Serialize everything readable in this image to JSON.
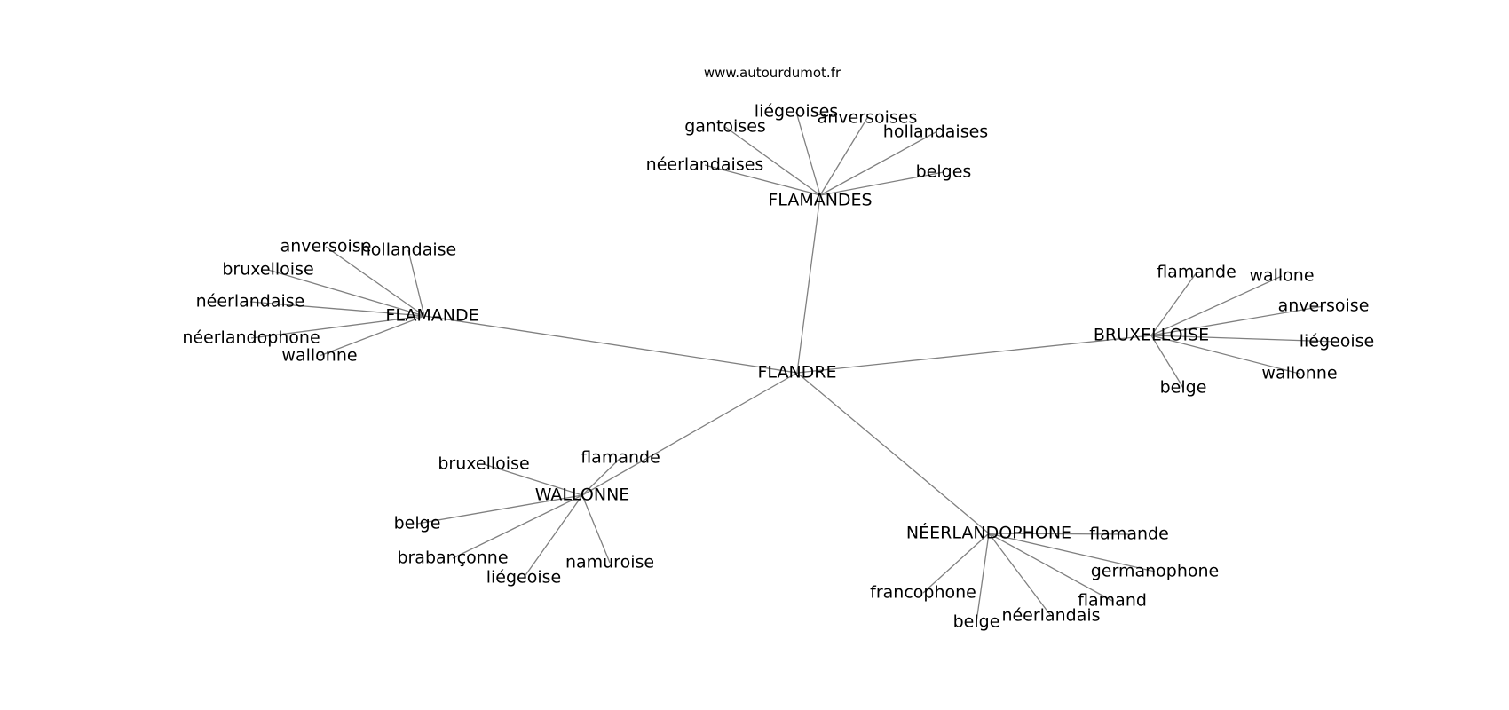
{
  "watermark": "www.autourdumot.fr",
  "colors": {
    "edge": "#808080",
    "text": "#000000",
    "background": "#ffffff"
  },
  "nodes": [
    {
      "id": "flandre",
      "label": "FLANDRE"
    },
    {
      "id": "flamandes",
      "label": "FLAMANDES"
    },
    {
      "id": "flamande_hub",
      "label": "FLAMANDE"
    },
    {
      "id": "bruxelloise_hub",
      "label": "BRUXELLOISE"
    },
    {
      "id": "wallonne_hub",
      "label": "WALLONNE"
    },
    {
      "id": "neerlandophone_hub",
      "label": "NÉERLANDOPHONE"
    },
    {
      "id": "fs_liegeoises",
      "label": "liégeoises"
    },
    {
      "id": "fs_anversoises",
      "label": "anversoises"
    },
    {
      "id": "fs_gantoises",
      "label": "gantoises"
    },
    {
      "id": "fs_hollandaises",
      "label": "hollandaises"
    },
    {
      "id": "fs_neerlandaises",
      "label": "néerlandaises"
    },
    {
      "id": "fs_belges",
      "label": "belges"
    },
    {
      "id": "fe_anversoise",
      "label": "anversoise"
    },
    {
      "id": "fe_hollandaise",
      "label": "hollandaise"
    },
    {
      "id": "fe_bruxelloise",
      "label": "bruxelloise"
    },
    {
      "id": "fe_neerlandaise",
      "label": "néerlandaise"
    },
    {
      "id": "fe_neerlandophone",
      "label": "néerlandophone"
    },
    {
      "id": "fe_wallonne",
      "label": "wallonne"
    },
    {
      "id": "br_flamande",
      "label": "flamande"
    },
    {
      "id": "br_wallone",
      "label": "wallone"
    },
    {
      "id": "br_anversoise",
      "label": "anversoise"
    },
    {
      "id": "br_liegeoise",
      "label": "liégeoise"
    },
    {
      "id": "br_wallonne",
      "label": "wallonne"
    },
    {
      "id": "br_belge",
      "label": "belge"
    },
    {
      "id": "wa_bruxelloise",
      "label": "bruxelloise"
    },
    {
      "id": "wa_flamande",
      "label": "flamande"
    },
    {
      "id": "wa_belge",
      "label": "belge"
    },
    {
      "id": "wa_brabanconne",
      "label": "brabançonne"
    },
    {
      "id": "wa_namuroise",
      "label": "namuroise"
    },
    {
      "id": "wa_liegeoise",
      "label": "liégeoise"
    },
    {
      "id": "ne_flamande",
      "label": "flamande"
    },
    {
      "id": "ne_germanophone",
      "label": "germanophone"
    },
    {
      "id": "ne_flamand",
      "label": "flamand"
    },
    {
      "id": "ne_francophone",
      "label": "francophone"
    },
    {
      "id": "ne_neerlandais",
      "label": "néerlandais"
    },
    {
      "id": "ne_belge",
      "label": "belge"
    }
  ],
  "edges": [
    [
      "flandre",
      "flamandes"
    ],
    [
      "flandre",
      "flamande_hub"
    ],
    [
      "flandre",
      "bruxelloise_hub"
    ],
    [
      "flandre",
      "wallonne_hub"
    ],
    [
      "flandre",
      "neerlandophone_hub"
    ],
    [
      "flamandes",
      "fs_liegeoises"
    ],
    [
      "flamandes",
      "fs_anversoises"
    ],
    [
      "flamandes",
      "fs_gantoises"
    ],
    [
      "flamandes",
      "fs_hollandaises"
    ],
    [
      "flamandes",
      "fs_neerlandaises"
    ],
    [
      "flamandes",
      "fs_belges"
    ],
    [
      "flamande_hub",
      "fe_anversoise"
    ],
    [
      "flamande_hub",
      "fe_hollandaise"
    ],
    [
      "flamande_hub",
      "fe_bruxelloise"
    ],
    [
      "flamande_hub",
      "fe_neerlandaise"
    ],
    [
      "flamande_hub",
      "fe_neerlandophone"
    ],
    [
      "flamande_hub",
      "fe_wallonne"
    ],
    [
      "bruxelloise_hub",
      "br_flamande"
    ],
    [
      "bruxelloise_hub",
      "br_wallone"
    ],
    [
      "bruxelloise_hub",
      "br_anversoise"
    ],
    [
      "bruxelloise_hub",
      "br_liegeoise"
    ],
    [
      "bruxelloise_hub",
      "br_wallonne"
    ],
    [
      "bruxelloise_hub",
      "br_belge"
    ],
    [
      "wallonne_hub",
      "wa_bruxelloise"
    ],
    [
      "wallonne_hub",
      "wa_flamande"
    ],
    [
      "wallonne_hub",
      "wa_belge"
    ],
    [
      "wallonne_hub",
      "wa_brabanconne"
    ],
    [
      "wallonne_hub",
      "wa_namuroise"
    ],
    [
      "wallonne_hub",
      "wa_liegeoise"
    ],
    [
      "neerlandophone_hub",
      "ne_flamande"
    ],
    [
      "neerlandophone_hub",
      "ne_germanophone"
    ],
    [
      "neerlandophone_hub",
      "ne_flamand"
    ],
    [
      "neerlandophone_hub",
      "ne_francophone"
    ],
    [
      "neerlandophone_hub",
      "ne_neerlandais"
    ],
    [
      "neerlandophone_hub",
      "ne_belge"
    ]
  ]
}
